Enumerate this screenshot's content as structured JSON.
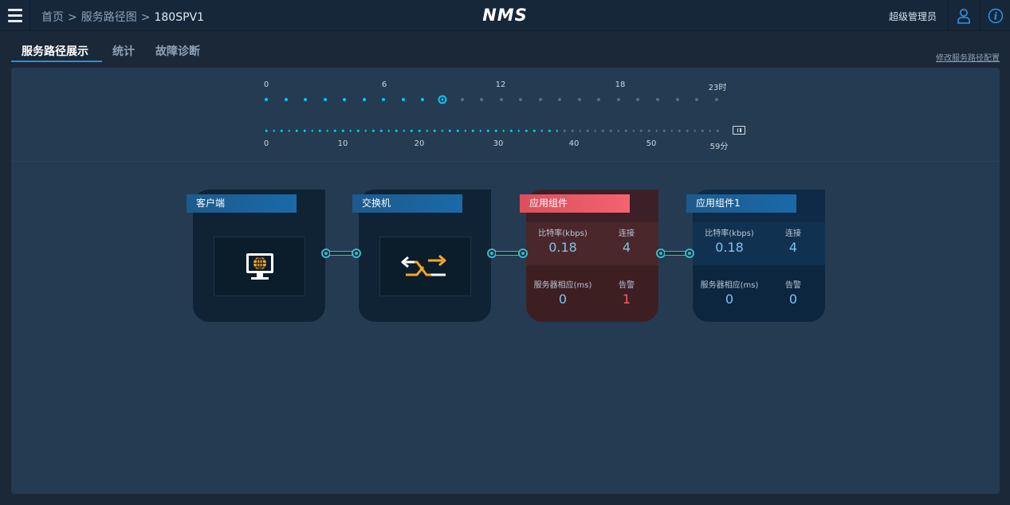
{
  "header": {
    "breadcrumb": [
      "首页",
      "服务路径图"
    ],
    "breadcrumb_separator": ">",
    "breadcrumb_current": "180SPV1",
    "logo": "NMS",
    "user_name": "超级管理员",
    "icons": [
      "menu-icon",
      "user-icon",
      "info-icon"
    ]
  },
  "tabs": [
    {
      "label": "服务路径展示",
      "active": true
    },
    {
      "label": "统计",
      "active": false
    },
    {
      "label": "故障诊断",
      "active": false
    }
  ],
  "config_link": "修改服务路径配置",
  "timeline": {
    "hour_labels": [
      "0",
      "6",
      "12",
      "18",
      "23时"
    ],
    "hour_count": 24,
    "current_hour": 9,
    "minute_labels": [
      "0",
      "10",
      "20",
      "30",
      "40",
      "50",
      "59分"
    ],
    "minute_count": 60,
    "current_minute": 38,
    "accent_color": "#00c8ff",
    "inactive_color": "#5b6e80"
  },
  "nodes": [
    {
      "title": "客户端",
      "type": "icon",
      "icon": "globe-monitor-icon"
    },
    {
      "title": "交换机",
      "type": "icon",
      "icon": "switch-arrows-icon"
    },
    {
      "title": "应用组件",
      "type": "metrics",
      "status": "alert",
      "bitrate_label": "比特率(kbps)",
      "bitrate": "0.18",
      "conn_label": "连接",
      "conn": "4",
      "response_label": "服务器相应(ms)",
      "response": "0",
      "alarm_label": "告警",
      "alarm": "1"
    },
    {
      "title": "应用组件1",
      "type": "metrics",
      "status": "normal",
      "bitrate_label": "比特率(kbps)",
      "bitrate": "0.18",
      "conn_label": "连接",
      "conn": "4",
      "response_label": "服务器相应(ms)",
      "response": "0",
      "alarm_label": "告警",
      "alarm": "0"
    }
  ],
  "colors": {
    "alert": "#f4636f",
    "normal_tag": "#1a6aa8",
    "connector": "#3fb7c6",
    "switch_icon": "#f5a623"
  }
}
